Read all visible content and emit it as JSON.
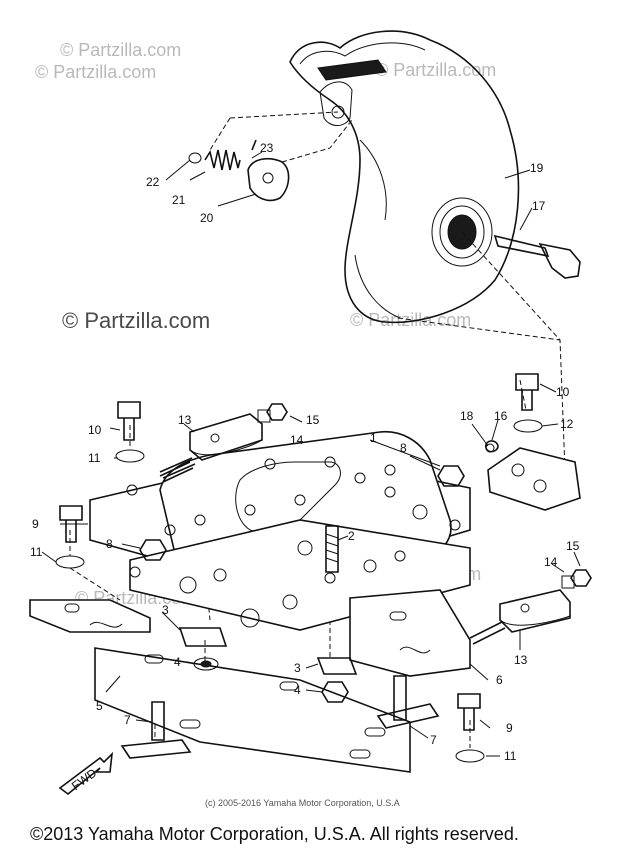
{
  "watermarks": {
    "brand": "© Partzilla.com"
  },
  "callouts": {
    "p1": "1",
    "p2": "2",
    "p3": "3",
    "p4": "4",
    "p5": "5",
    "p6": "6",
    "p7": "7",
    "p8": "8",
    "p9": "9",
    "p10": "10",
    "p11": "11",
    "p12": "12",
    "p13": "13",
    "p14": "14",
    "p15": "15",
    "p16": "16",
    "p17": "17",
    "p18": "18",
    "p19": "19",
    "p20": "20",
    "p21": "21",
    "p22": "22",
    "p23": "23",
    "fwd": "FWD"
  },
  "footer": {
    "small_copyright": "(c) 2005-2016 Yamaha Motor Corporation, U.S.A",
    "copyright": "©2013 Yamaha Motor Corporation, U.S.A. All rights reserved."
  }
}
